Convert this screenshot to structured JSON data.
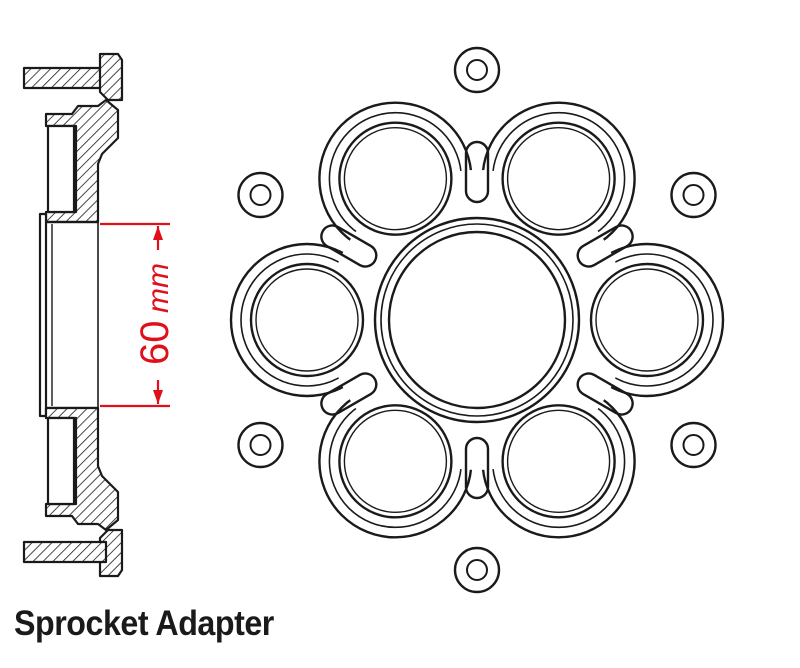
{
  "title": "Sprocket Adapter",
  "dimension": {
    "value": "60",
    "unit": "mm"
  },
  "colors": {
    "line": "#1a1a1a",
    "dimension": "#e0101a",
    "hatch": "#1a1a1a"
  }
}
